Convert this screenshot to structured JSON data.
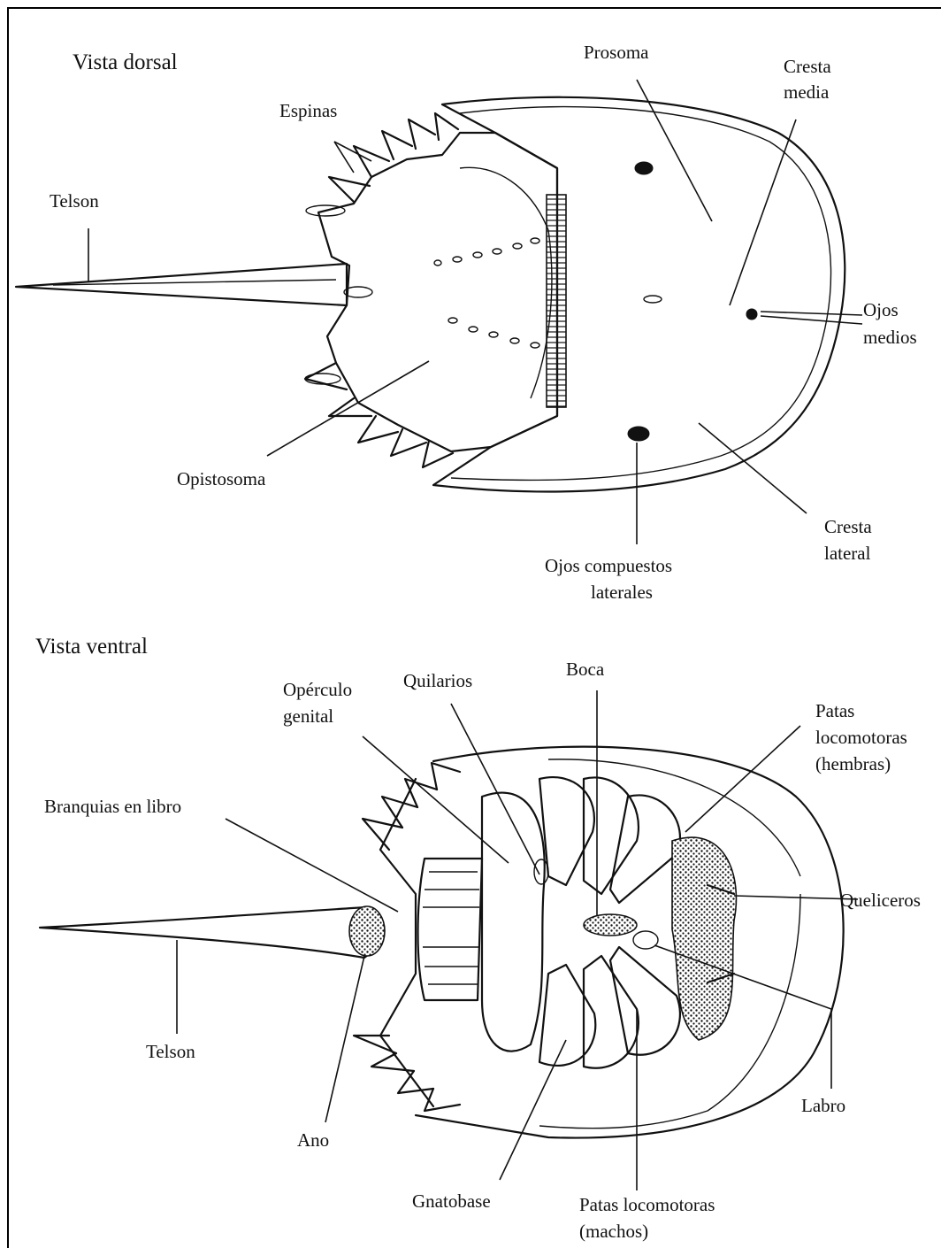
{
  "dorsal": {
    "title": "Vista dorsal",
    "labels": {
      "prosoma": "Prosoma",
      "cresta_media_1": "Cresta",
      "cresta_media_2": "media",
      "espinas": "Espinas",
      "telson": "Telson",
      "ojos_medios_1": "Ojos",
      "ojos_medios_2": "medios",
      "opistosoma": "Opistosoma",
      "cresta_lateral_1": "Cresta",
      "cresta_lateral_2": "lateral",
      "ojos_compuestos_1": "Ojos compuestos",
      "ojos_compuestos_2": "laterales"
    }
  },
  "ventral": {
    "title": "Vista ventral",
    "labels": {
      "operculo_1": "Opérculo",
      "operculo_2": "genital",
      "quilarios": "Quilarios",
      "boca": "Boca",
      "patas_hembras_1": "Patas",
      "patas_hembras_2": "locomotoras",
      "patas_hembras_3": "(hembras)",
      "branquias": "Branquias en libro",
      "queliceros": "Queliceros",
      "telson": "Telson",
      "labro": "Labro",
      "ano": "Ano",
      "gnatobase": "Gnatobase",
      "patas_machos_1": "Patas locomotoras",
      "patas_machos_2": "(machos)"
    }
  }
}
